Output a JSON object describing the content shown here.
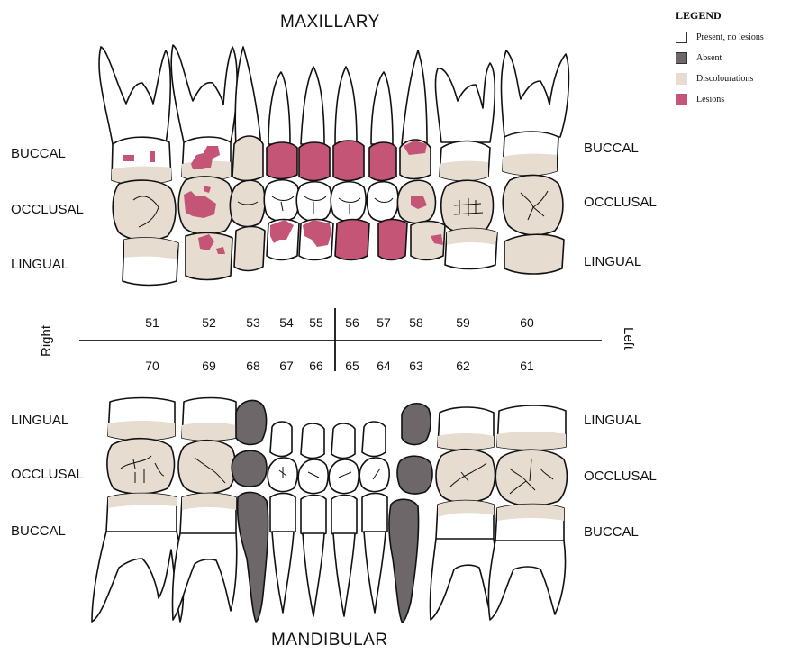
{
  "titles": {
    "top": "MAXILLARY",
    "bottom": "MANDIBULAR"
  },
  "labels": {
    "upper_left": [
      "BUCCAL",
      "OCCLUSAL",
      "LINGUAL"
    ],
    "upper_right": [
      "BUCCAL",
      "OCCLUSAL",
      "LINGUAL"
    ],
    "lower_left": [
      "LINGUAL",
      "OCCLUSAL",
      "BUCCAL"
    ],
    "lower_right": [
      "LINGUAL",
      "OCCLUSAL",
      "BUCCAL"
    ],
    "side_right": "Right",
    "side_left": "Left"
  },
  "tooth_numbers": {
    "upper": [
      "51",
      "52",
      "53",
      "54",
      "55",
      "56",
      "57",
      "58",
      "59",
      "60"
    ],
    "lower": [
      "70",
      "69",
      "68",
      "67",
      "66",
      "65",
      "64",
      "63",
      "62",
      "61"
    ]
  },
  "legend": {
    "title": "LEGEND",
    "items": [
      {
        "label": "Present, no lesions",
        "color": "#ffffff"
      },
      {
        "label": "Absent",
        "color": "#6d6769"
      },
      {
        "label": "Discolourations",
        "color": "#e6dccf"
      },
      {
        "label": "Lesions",
        "color": "#c45577"
      }
    ]
  },
  "teeth": {
    "upper": [
      {
        "number": "51",
        "status": "lesions",
        "buccal": "lesions",
        "occlusal": "discolourations",
        "lingual": "discolourations"
      },
      {
        "number": "52",
        "status": "lesions",
        "buccal": "lesions",
        "occlusal": "lesions",
        "lingual": "lesions"
      },
      {
        "number": "53",
        "status": "discolourations",
        "buccal": "discolourations",
        "occlusal": "discolourations",
        "lingual": "discolourations"
      },
      {
        "number": "54",
        "status": "lesions",
        "buccal": "lesions",
        "occlusal": "present",
        "lingual": "lesions"
      },
      {
        "number": "55",
        "status": "lesions",
        "buccal": "lesions",
        "occlusal": "present",
        "lingual": "lesions"
      },
      {
        "number": "56",
        "status": "lesions",
        "buccal": "lesions",
        "occlusal": "present",
        "lingual": "lesions"
      },
      {
        "number": "57",
        "status": "lesions",
        "buccal": "lesions",
        "occlusal": "present",
        "lingual": "lesions"
      },
      {
        "number": "58",
        "status": "lesions",
        "buccal": "lesions",
        "occlusal": "lesions",
        "lingual": "lesions"
      },
      {
        "number": "59",
        "status": "discolourations",
        "buccal": "discolourations",
        "occlusal": "discolourations",
        "lingual": "discolourations"
      },
      {
        "number": "60",
        "status": "discolourations",
        "buccal": "discolourations",
        "occlusal": "discolourations",
        "lingual": "discolourations"
      }
    ],
    "lower": [
      {
        "number": "70",
        "status": "discolourations"
      },
      {
        "number": "69",
        "status": "discolourations"
      },
      {
        "number": "68",
        "status": "absent"
      },
      {
        "number": "67",
        "status": "present"
      },
      {
        "number": "66",
        "status": "present"
      },
      {
        "number": "65",
        "status": "present"
      },
      {
        "number": "64",
        "status": "present"
      },
      {
        "number": "63",
        "status": "absent"
      },
      {
        "number": "62",
        "status": "discolourations"
      },
      {
        "number": "61",
        "status": "discolourations"
      }
    ]
  }
}
